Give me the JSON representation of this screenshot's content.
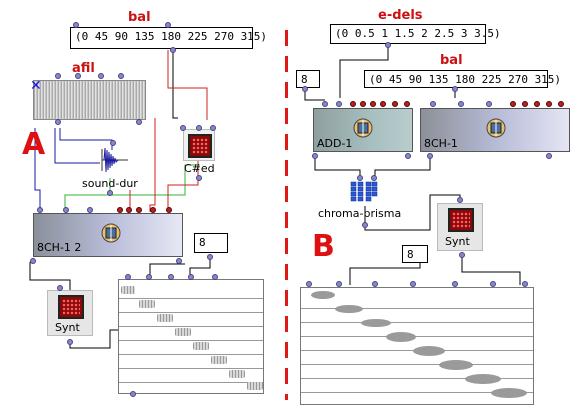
{
  "left": {
    "bal_title": "bal",
    "bal_value": "(0 45 90 135 180 225 270 315)",
    "afil_title": "afil",
    "section_letter": "A",
    "sound_dur_label": "sound-dur",
    "chord_label": "C#ed",
    "maquette_label": "8CH-1 2",
    "number_value": "8",
    "synt_label": "Synt"
  },
  "right": {
    "edels_title": "e-dels",
    "edels_value": "(0 0.5 1 1.5 2 2.5 3 3.5)",
    "bal_title": "bal",
    "bal_value": "(0 45 90 135 180 225 270 315)",
    "number_top_value": "8",
    "add_label": "ADD-1",
    "ch_label": "8CH-1",
    "prisma_label": "chroma-prisma",
    "section_letter": "B",
    "number_value": "8",
    "synt_label": "Synt"
  },
  "icons": {
    "close": "close-icon",
    "waveform": "waveform-icon",
    "chip": "chip-icon",
    "maquette": "maquette-icon",
    "prisma": "chroma-prisma-icon"
  },
  "colors": {
    "label_red": "#cc1111",
    "inlet_blue": "#8888c8",
    "outlet_red": "#b22222",
    "patch_blue": "#1a1aa0",
    "patch_green": "#30b030",
    "patch_red": "#d02020"
  }
}
